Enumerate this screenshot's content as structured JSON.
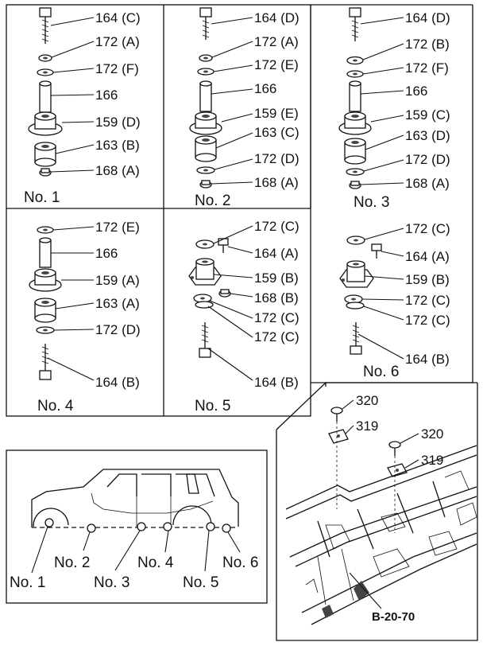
{
  "panels": [
    {
      "name": "No. 1",
      "labels": [
        "164 (C)",
        "172 (A)",
        "172 (F)",
        "166",
        "159 (D)",
        "163 (B)",
        "168 (A)"
      ]
    },
    {
      "name": "No. 2",
      "labels": [
        "164 (D)",
        "172 (A)",
        "172 (E)",
        "166",
        "159 (E)",
        "163 (C)",
        "172 (D)",
        "168 (A)"
      ]
    },
    {
      "name": "No. 3",
      "labels": [
        "164 (D)",
        "172 (B)",
        "172 (F)",
        "166",
        "159 (C)",
        "163 (D)",
        "172 (D)",
        "168 (A)"
      ]
    },
    {
      "name": "No. 4",
      "labels": [
        "172 (E)",
        "166",
        "159 (A)",
        "163 (A)",
        "172 (D)",
        "164 (B)"
      ]
    },
    {
      "name": "No. 5",
      "labels": [
        "172 (C)",
        "164 (A)",
        "159 (B)",
        "168 (B)",
        "172 (C)",
        "172 (C)",
        "164 (B)"
      ]
    },
    {
      "name": "No. 6",
      "labels": [
        "172 (C)",
        "164 (A)",
        "159 (B)",
        "172 (C)",
        "172 (C)",
        "164 (B)"
      ]
    }
  ],
  "vehicle_positions": [
    "No. 1",
    "No. 2",
    "No. 3",
    "No. 4",
    "No. 5",
    "No. 6"
  ],
  "frame_detail": {
    "labels": [
      "320",
      "319",
      "320",
      "319"
    ],
    "reference": "B-20-70"
  }
}
